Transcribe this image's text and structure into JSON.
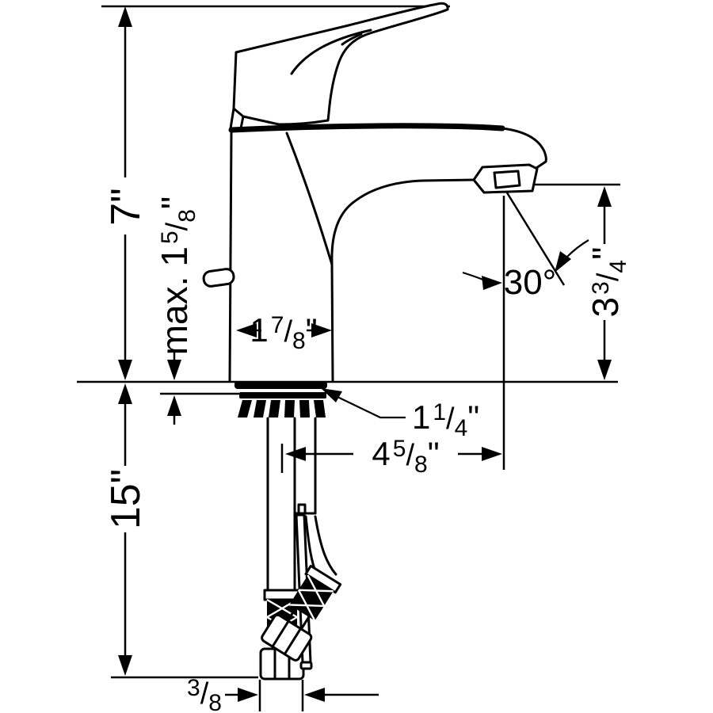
{
  "drawing_type": "faucet installation dimension diagram, side view, black line art on white",
  "labels": {
    "height7": {
      "value": "7",
      "unit": "\""
    },
    "hose15": {
      "value": "15",
      "unit": "\""
    },
    "maxThickness": {
      "prefix": "max.",
      "whole": "1",
      "num": "5",
      "slash": "/",
      "den": "8",
      "unit": "\""
    },
    "bodyWidth": {
      "whole": "1",
      "num": "7",
      "slash": "/",
      "den": "8",
      "unit": "\""
    },
    "spoutHeight": {
      "whole": "3",
      "num": "3",
      "slash": "/",
      "den": "4",
      "unit": "\""
    },
    "streamAngle": {
      "value": "30",
      "unit": "°"
    },
    "shankSize": {
      "whole": "1",
      "num": "1",
      "slash": "/",
      "den": "4",
      "unit": "\""
    },
    "spoutReach": {
      "whole": "4",
      "num": "5",
      "slash": "/",
      "den": "8",
      "unit": "\""
    },
    "connectionSize": {
      "num": "3",
      "slash": "/",
      "den": "8"
    }
  },
  "colors": {
    "line": "#000000",
    "background": "#ffffff"
  }
}
